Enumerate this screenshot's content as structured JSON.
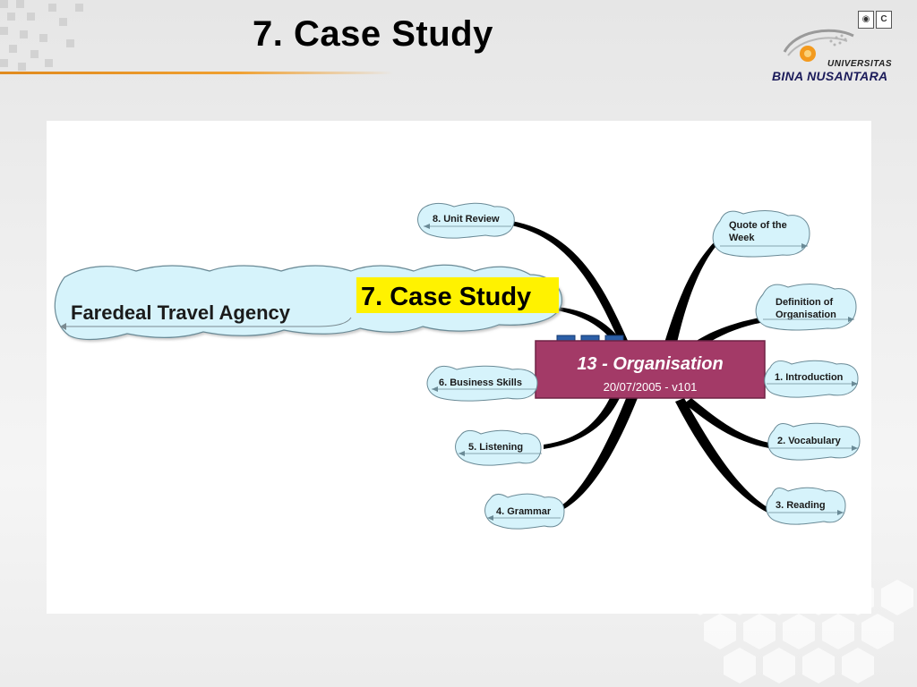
{
  "slide": {
    "title": "7. Case Study",
    "logo": {
      "university": "UNIVERSITAS",
      "name": "BINA NUSANTARA"
    }
  },
  "diagram": {
    "central": {
      "title": "13 - Organisation",
      "subtitle": "20/07/2005 - v101",
      "color": "#a33a67"
    },
    "case_study_label": "7. Case Study",
    "case_study_highlight": "#fff200",
    "case_study_topic": "Faredeal Travel Agency",
    "left_branches": [
      "8. Unit Review",
      "6. Business Skills",
      "5. Listening",
      "4. Grammar"
    ],
    "right_branches": [
      "Quote of the Week",
      "Definition of Organisation",
      "1. Introduction",
      "2. Vocabulary",
      "3. Reading"
    ],
    "cloud_fill": "#d6f3fb",
    "cloud_stroke": "#6a8a96"
  }
}
